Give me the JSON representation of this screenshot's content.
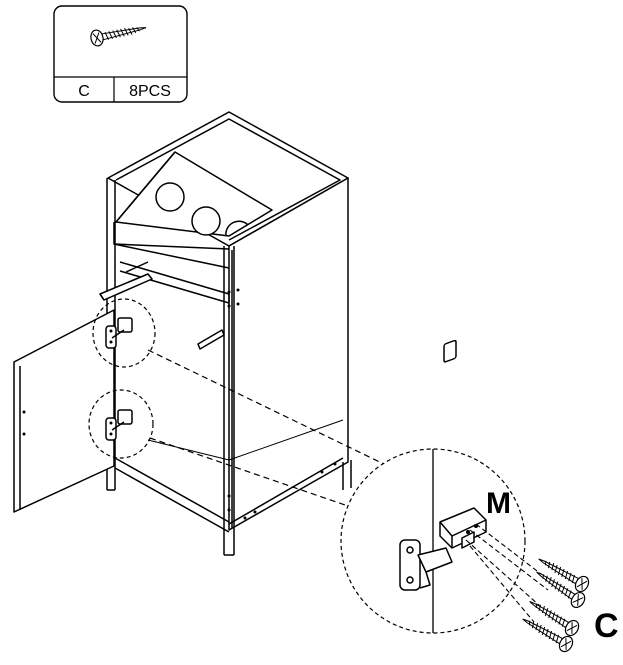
{
  "parts_box": {
    "part_letter": "C",
    "quantity": "8PCS",
    "part_icon": "screw-icon"
  },
  "callout": {
    "hinge_label": "M",
    "screw_label": "C"
  },
  "colors": {
    "line": "#000000",
    "background": "#ffffff"
  }
}
